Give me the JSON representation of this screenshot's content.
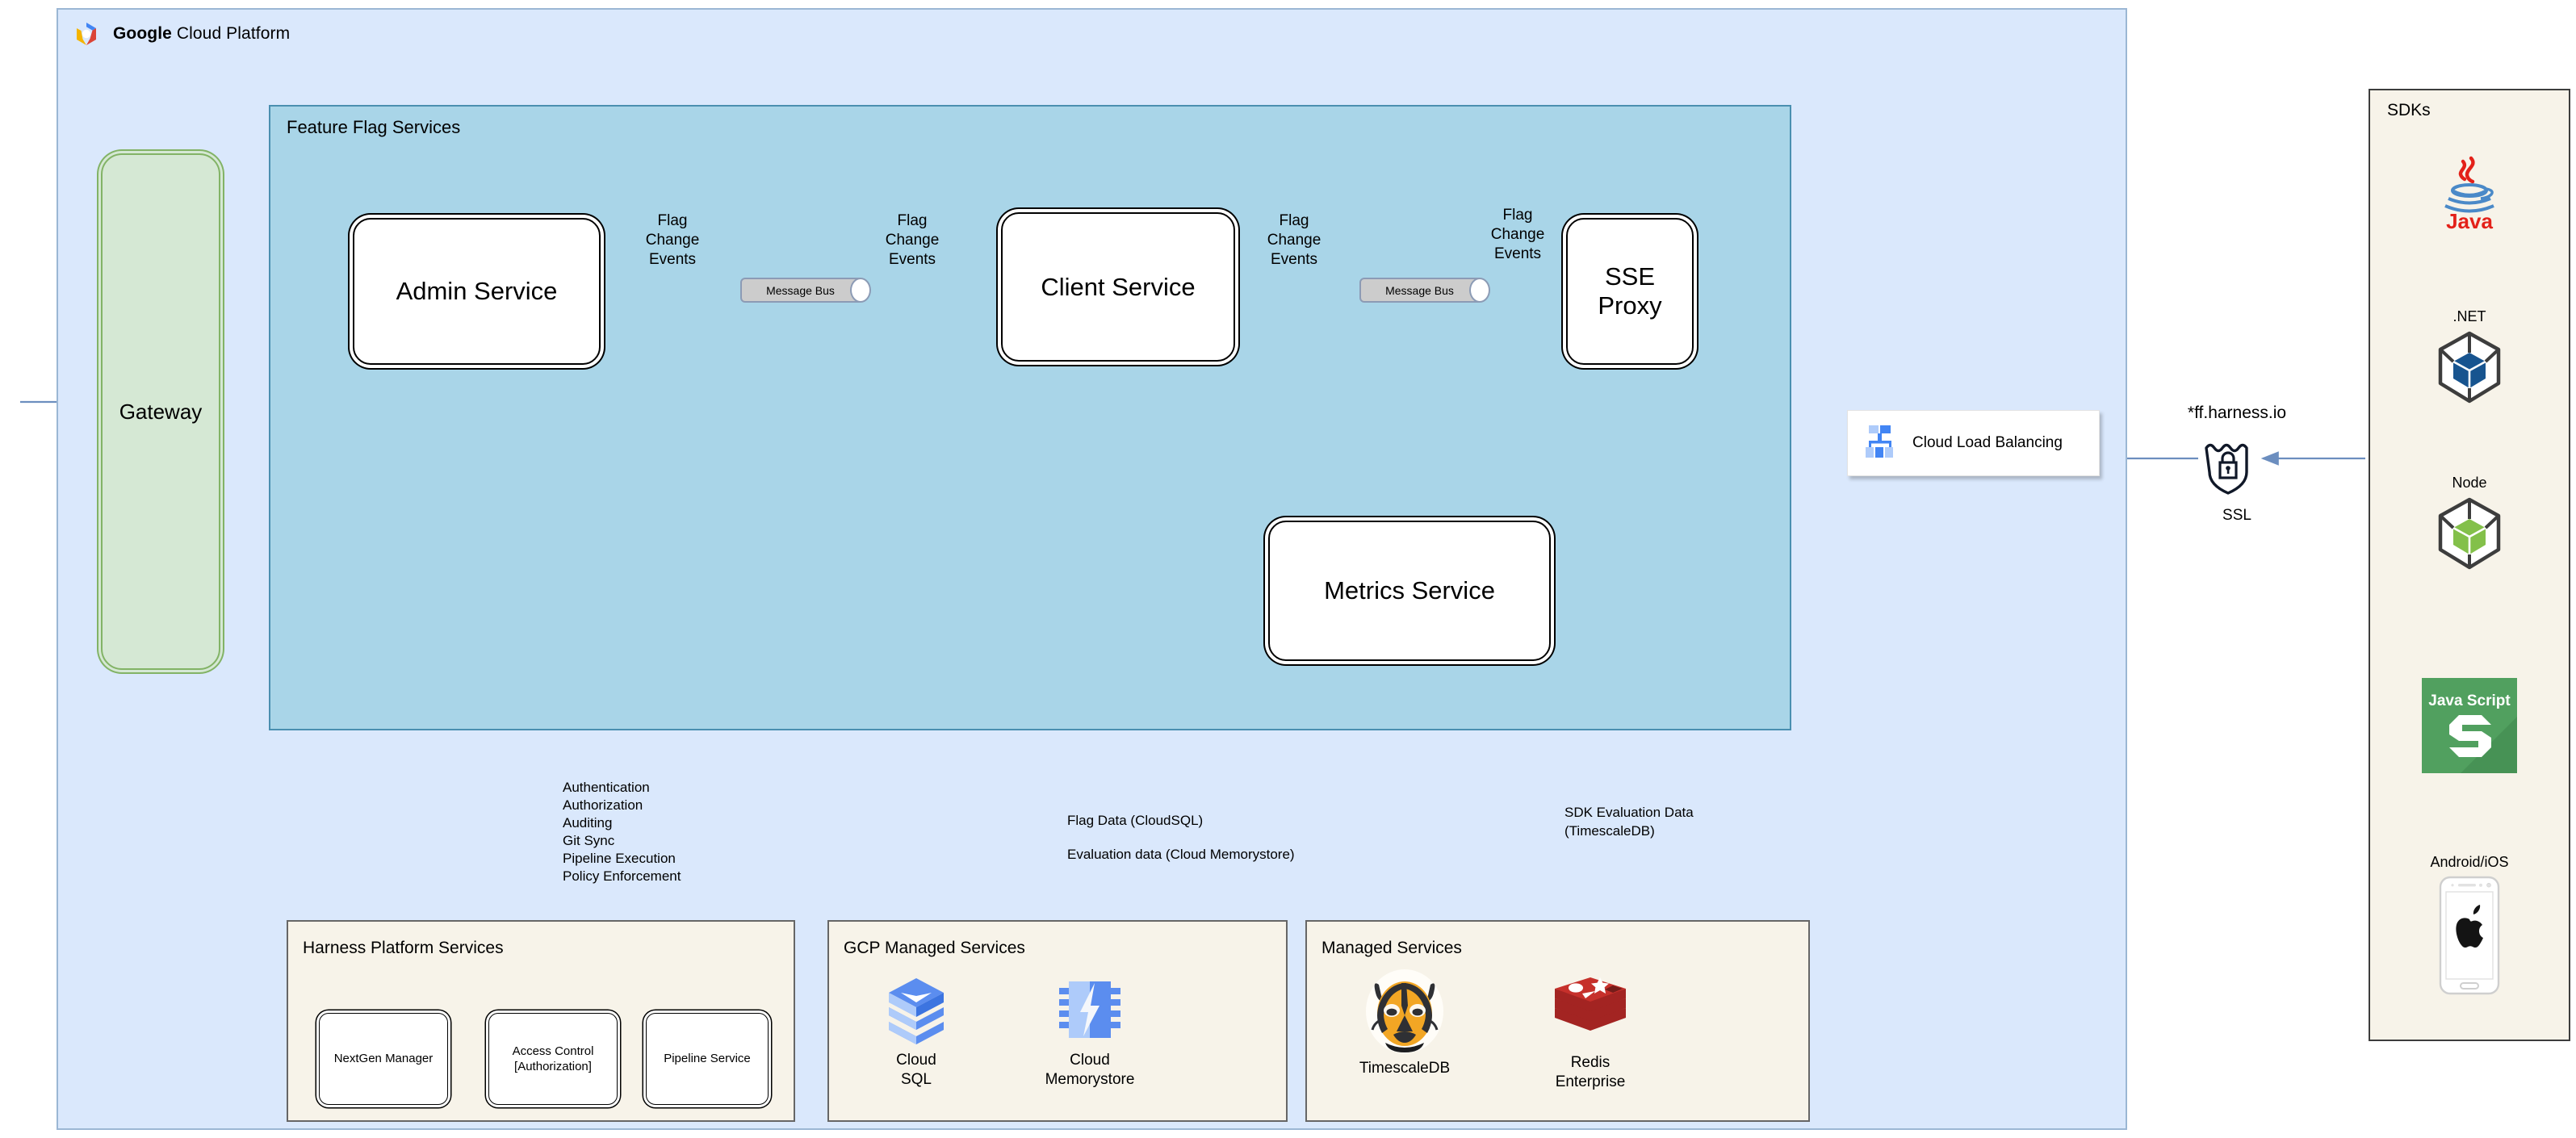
{
  "gcp": {
    "title_bold": "Google",
    "title_rest": " Cloud Platform",
    "logo_icon": "google-cloud-hexagon-icon"
  },
  "feature_flag_services": {
    "title": "Feature Flag Services",
    "services": [
      {
        "name": "admin-service",
        "label": "Admin Service"
      },
      {
        "name": "client-service",
        "label": "Client Service"
      },
      {
        "name": "sse-proxy",
        "label": "SSE\nProxy"
      },
      {
        "name": "metrics-service",
        "label": "Metrics Service"
      }
    ],
    "message_bus_label": "Message Bus",
    "edge_labels": [
      "Flag\nChange\nEvents",
      "Flag\nChange\nEvents",
      "Flag\nChange\nEvents",
      "Flag\nChange\nEvents"
    ]
  },
  "gateway": {
    "label": "Gateway"
  },
  "load_balancer": {
    "label": "Cloud Load Balancing",
    "icon": "cloud-load-balancing-icon"
  },
  "ssl": {
    "domain": "*ff.harness.io",
    "label": "SSL",
    "icon": "ssl-shield-lock-icon"
  },
  "sdks": {
    "title": "SDKs",
    "items": [
      {
        "caption": "",
        "name": "java-sdk",
        "icon": "java-logo-icon",
        "wordmark": "Java"
      },
      {
        "caption": ".NET",
        "name": "dotnet-sdk",
        "icon": "dotnet-cube-icon"
      },
      {
        "caption": "Node",
        "name": "node-sdk",
        "icon": "node-cube-icon"
      },
      {
        "caption": "",
        "name": "javascript-sdk",
        "icon": "javascript-badge-icon",
        "wordmark": "Java Script"
      },
      {
        "caption": "Android/iOS",
        "name": "mobile-sdk",
        "icon": "phone-apple-icon"
      }
    ]
  },
  "annotations": {
    "harness_link": "Authentication\nAuthorization\nAuditing\nGit Sync\nPipeline Execution\nPolicy Enforcement",
    "gcp_link": "Flag Data (CloudSQL)\nEvaluation data (Cloud Memorystore)",
    "managed_link": "SDK Evaluation Data\n(TimescaleDB)"
  },
  "panels": [
    {
      "name": "harness-platform-services",
      "title": "Harness Platform Services",
      "boxes": [
        {
          "label": "NextGen Manager"
        },
        {
          "label": "Access Control\n[Authorization]"
        },
        {
          "label": "Pipeline Service"
        }
      ]
    },
    {
      "name": "gcp-managed-services",
      "title": "GCP Managed Services",
      "items": [
        {
          "label": "Cloud\nSQL",
          "icon": "cloud-sql-icon"
        },
        {
          "label": "Cloud\nMemorystore",
          "icon": "cloud-memorystore-icon"
        }
      ]
    },
    {
      "name": "managed-services",
      "title": "Managed Services",
      "items": [
        {
          "label": "TimescaleDB",
          "icon": "timescaledb-tiger-icon"
        },
        {
          "label": "Redis\nEnterprise",
          "icon": "redis-icon"
        }
      ]
    }
  ],
  "colors": {
    "gcp_container": "#dae8fc",
    "ffs_container": "#a9d5e8",
    "gateway": "#d5e8d4",
    "panel": "#f7f3e9",
    "arrow_blue": "#6c8ebf",
    "arrow_black": "#000000"
  }
}
